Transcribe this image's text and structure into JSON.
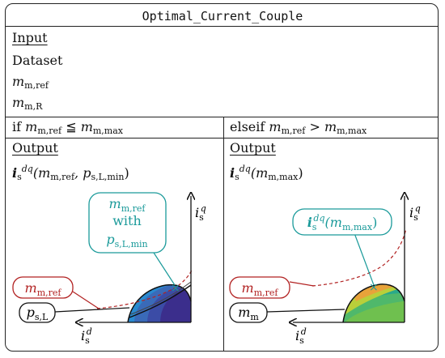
{
  "title": "Optimal_Current_Couple",
  "input": {
    "heading": "Input",
    "dataset": "Dataset",
    "var1": {
      "sym": "m",
      "sub": "m,ref"
    },
    "var2": {
      "sym": "m",
      "sub": "m,R"
    }
  },
  "left": {
    "condition": {
      "prefix": "if",
      "sym": "m",
      "sub": "m,ref",
      "op": "≦",
      "sym2": "m",
      "sub2": "m,max"
    },
    "output_heading": "Output",
    "output_expr": {
      "sym": "i",
      "sub": "s",
      "sup": "dq",
      "args": "(m",
      "arg_sub": "m,ref",
      "mid": ", p",
      "arg_sub2": "s,L,min",
      "close": ")"
    },
    "callout": {
      "line1_sym": "m",
      "line1_sub": "m,ref",
      "line2": "with",
      "line3_sym": "p",
      "line3_sub": "s,L,min"
    },
    "label_mref": {
      "sym": "m",
      "sub": "m,ref"
    },
    "label_ps": {
      "sym": "p",
      "sub": "s,L"
    },
    "axis_q": {
      "sym": "i",
      "sub": "s",
      "sup": "q"
    },
    "axis_d": {
      "sym": "i",
      "sub": "s",
      "sup": "d"
    }
  },
  "right": {
    "condition": {
      "prefix": "elseif",
      "sym": "m",
      "sub": "m,ref",
      "op": ">",
      "sym2": "m",
      "sub2": "m,max"
    },
    "output_heading": "Output",
    "output_expr": {
      "sym": "i",
      "sub": "s",
      "sup": "dq",
      "args": "(m",
      "arg_sub": "m,max",
      "close": ")"
    },
    "callout": {
      "sym": "i",
      "sub": "s",
      "sup": "dq",
      "args": "(m",
      "arg_sub": "m,max",
      "close": ")"
    },
    "label_mref": {
      "sym": "m",
      "sub": "m,ref"
    },
    "label_m": {
      "sym": "m",
      "sub": "m"
    },
    "axis_q": {
      "sym": "i",
      "sub": "s",
      "sup": "q"
    },
    "axis_d": {
      "sym": "i",
      "sub": "s",
      "sup": "d"
    }
  },
  "colors": {
    "teal": "#1a9a9a",
    "red": "#b22222",
    "left_region_dark": "#3b2e8c",
    "left_region_light": "#2a8ad0",
    "right_region_top": "#e8a33a",
    "right_region_mid": "#8cc63f",
    "right_region_low": "#2aa98a"
  }
}
